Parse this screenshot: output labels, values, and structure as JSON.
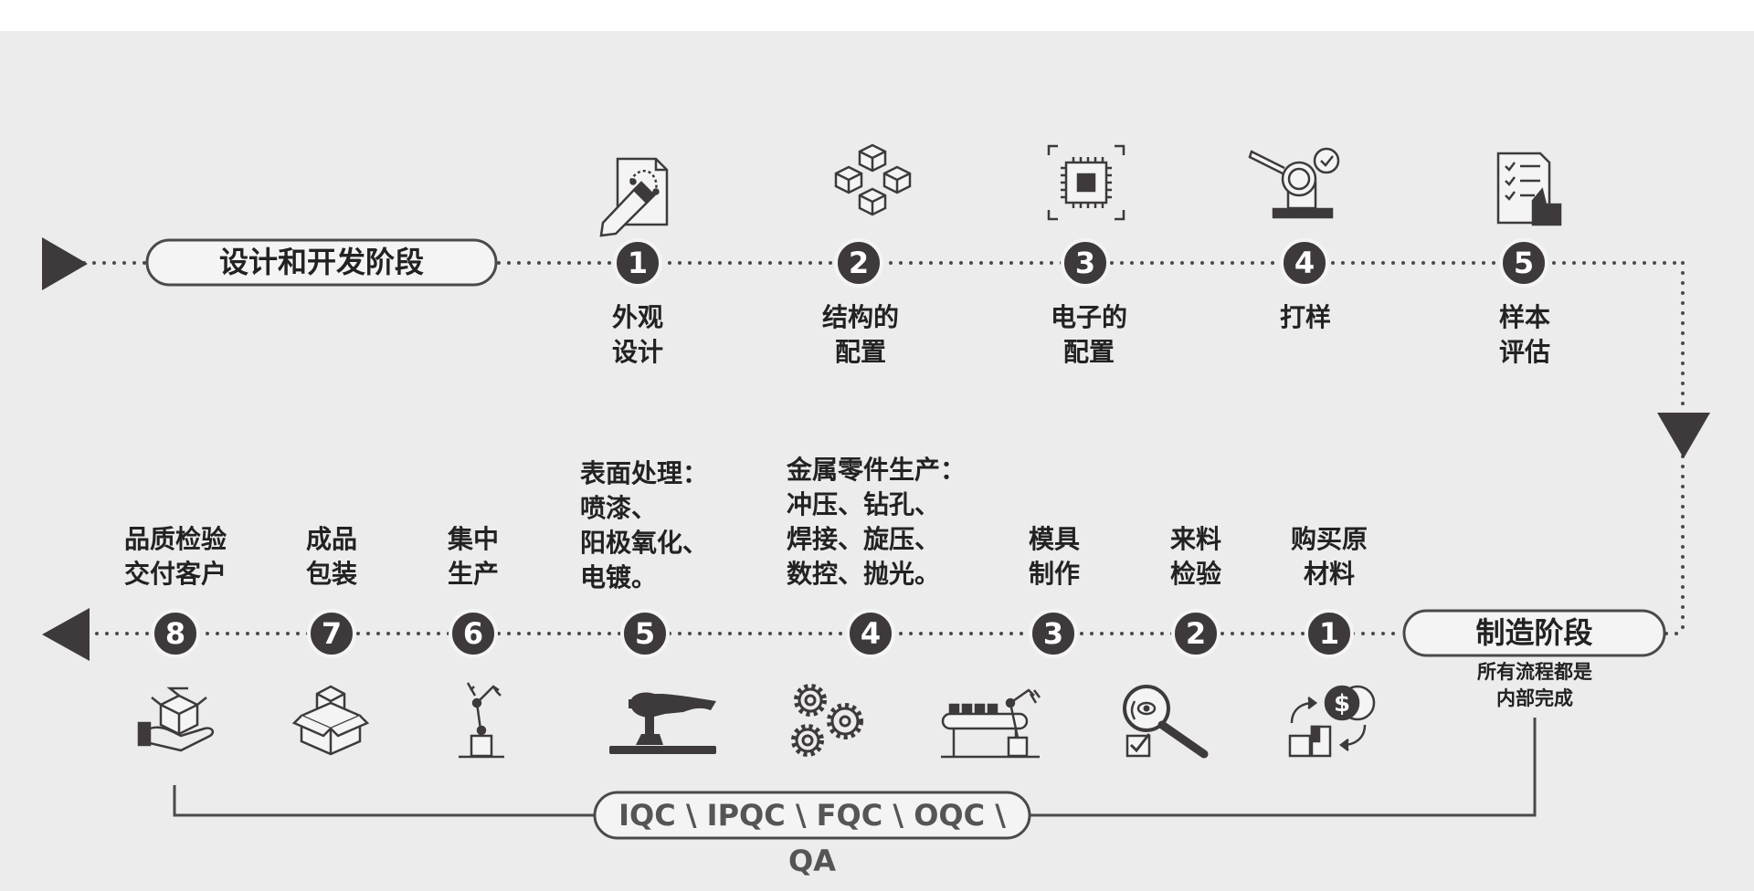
{
  "design_phase": {
    "title": "设计和开发阶段",
    "steps": [
      {
        "num": "1",
        "label": "外观\n设计",
        "icon": "design-pen-icon"
      },
      {
        "num": "2",
        "label": "结构的\n配置",
        "icon": "cubes-structure-icon"
      },
      {
        "num": "3",
        "label": "电子的\n配置",
        "icon": "chip-icon"
      },
      {
        "num": "4",
        "label": "打样",
        "icon": "prototype-inspect-icon"
      },
      {
        "num": "5",
        "label": "样本\n评估",
        "icon": "checklist-hand-icon"
      }
    ]
  },
  "manufacturing_phase": {
    "title": "制造阶段",
    "note": "所有流程都是\n内部完成",
    "steps": [
      {
        "num": "1",
        "label": "购买原\n材料",
        "icon": "purchase-material-icon"
      },
      {
        "num": "2",
        "label": "来料\n检验",
        "icon": "magnifier-inspect-icon"
      },
      {
        "num": "3",
        "label": "模具\n制作",
        "icon": "conveyor-robot-icon"
      },
      {
        "num": "4",
        "label": "金属零件生产：\n冲压、钻孔、\n焊接、旋压、\n数控、抛光。",
        "icon": "gears-icon"
      },
      {
        "num": "5",
        "label": "表面处理：\n喷漆、\n阳极氧化、\n电镀。",
        "icon": "spray-gun-icon"
      },
      {
        "num": "6",
        "label": "集中\n生产",
        "icon": "robot-arm-icon"
      },
      {
        "num": "7",
        "label": "成品\n包装",
        "icon": "boxes-icon"
      },
      {
        "num": "8",
        "label": "品质检验\n交付客户",
        "icon": "delivery-box-hand-icon"
      }
    ]
  },
  "qc_label": "IQC \\ IPQC \\ FQC \\ OQC \\ QA",
  "colors": {
    "circle": "#3e3a3b",
    "line": "#4a4a4a",
    "background": "#ececec"
  }
}
